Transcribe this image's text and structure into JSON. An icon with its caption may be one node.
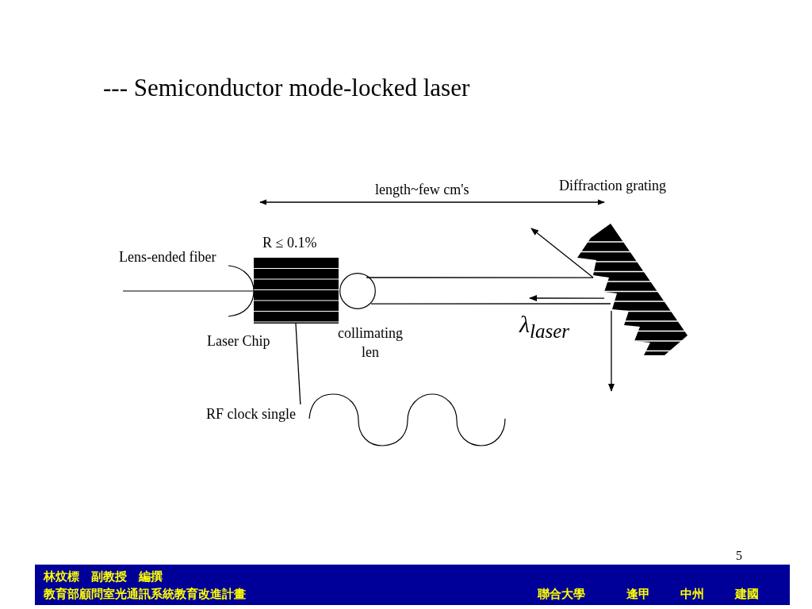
{
  "diagram": {
    "title": "--- Semiconductor mode-locked laser",
    "nodes": [
      {
        "text": [],
        "shape": "lens",
        "beside": [
          "Lens-ended fiber"
        ]
      },
      {
        "text": [],
        "shape": "box",
        "beside": [
          "R ≤ 0.1%",
          "Laser Chip"
        ]
      },
      {
        "text": [],
        "shape": "circle"
      },
      {
        "text": [],
        "shape": "picture",
        "beside": [
          "Diffraction grating"
        ]
      },
      {
        "text": [
          "RF clock single"
        ]
      }
    ],
    "edges": [
      {
        "from": 1,
        "to": 4,
        "arrow": "none"
      },
      {
        "from": 3,
        "to": null,
        "arrow": "to"
      },
      {
        "from": 3,
        "to": null,
        "arrow": "to",
        "label": "λ$_{laser}$"
      },
      {
        "from": 3,
        "to": null,
        "arrow": "to"
      },
      {
        "from": 2,
        "to": 3,
        "arrow": "none"
      },
      {
        "from": 2,
        "to": 3,
        "arrow": "none"
      }
    ],
    "labels": [
      "length~few cm's",
      "collimating len",
      "林炆標　副教授　編撰",
      "教育部顧問室光通訊系統教育改進計畫",
      "聯合大學",
      "逢甲",
      "中州",
      "建國",
      "5"
    ]
  }
}
